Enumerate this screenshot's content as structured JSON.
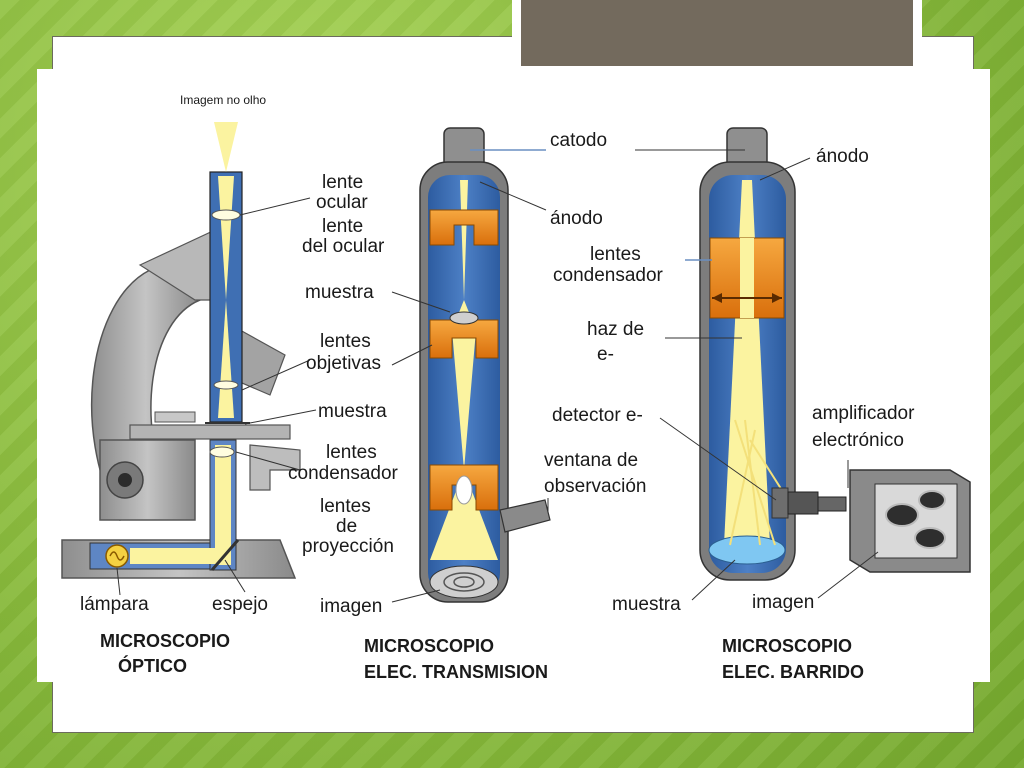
{
  "diagram": {
    "optical": {
      "eye_image": "Imagem no olho",
      "ocular_lens": [
        "lente",
        "ocular"
      ],
      "ocular_lens2": [
        "lente",
        "del ocular"
      ],
      "sample_top": "muestra",
      "objective_lenses": [
        "lentes",
        "objetivas"
      ],
      "sample": "muestra",
      "condenser": [
        "lentes",
        "condensador"
      ],
      "projection": [
        "lentes",
        "de",
        "proyección"
      ],
      "lamp": "lámpara",
      "mirror": "espejo",
      "title": [
        "MICROSCOPIO",
        "ÓPTICO"
      ]
    },
    "transmission": {
      "cathode": "catodo",
      "anode": "ánodo",
      "window": [
        "ventana de",
        "observación"
      ],
      "image": "imagen",
      "title": [
        "MICROSCOPIO",
        "ELEC. TRANSMISION"
      ]
    },
    "scanning": {
      "anode": "ánodo",
      "condenser": [
        "lentes",
        "condensador"
      ],
      "beam": [
        "haz de",
        "e-"
      ],
      "detector": "detector e-",
      "amplifier": [
        "amplificador",
        "electrónico"
      ],
      "sample": "muestra",
      "image": "imagen",
      "title": [
        "MICROSCOPIO",
        "ELEC. BARRIDO"
      ]
    }
  },
  "colors": {
    "background": "#8fc142",
    "title_bar": "#736a5d",
    "column_blue": "#3f6fb3",
    "lens_orange": "#f08a1c",
    "beam_yellow": "#fbf3a0",
    "microscope_gray": "#a7a7a7"
  }
}
